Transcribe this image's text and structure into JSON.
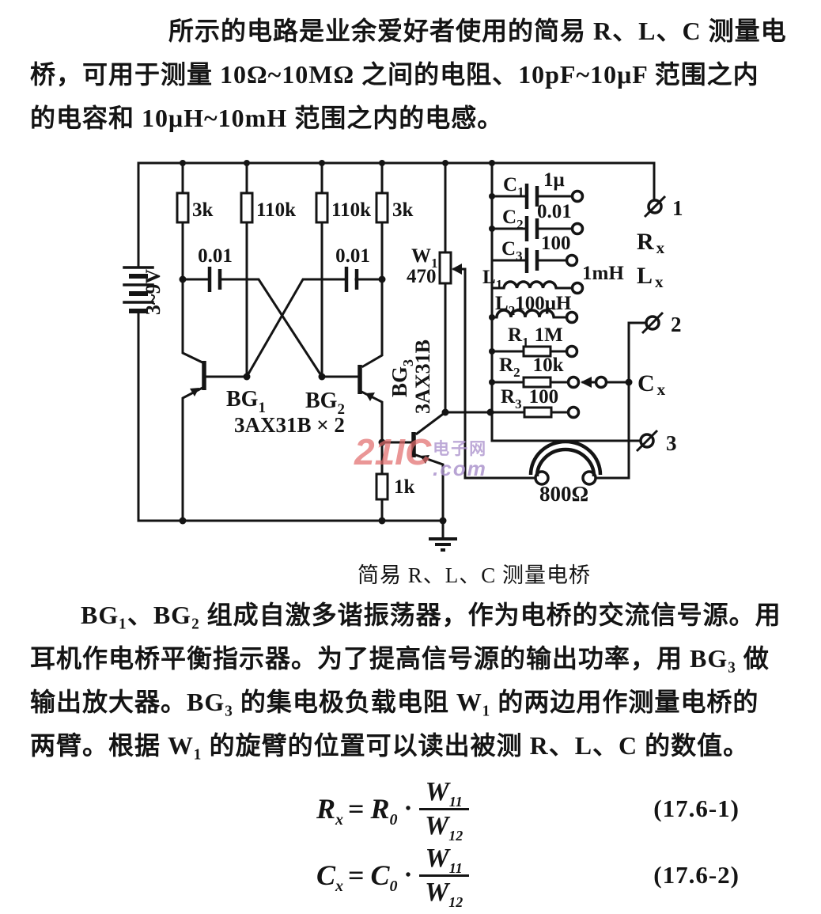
{
  "intro": {
    "lines": [
      "所示的电路是业余爱好者使用的简易 R、L、C 测量电",
      "桥，可用于测量 10Ω~10MΩ 之间的电阻、10pF~10μF 范围之内",
      "的电容和 10μH~10mH 范围之内的电感。"
    ]
  },
  "caption": "简易 R、L、C 测量电桥",
  "body": {
    "lines": [
      "BG₁、BG₂ 组成自激多谐振荡器，作为电桥的交流信号源。用",
      "耳机作电桥平衡指示器。为了提高信号源的输出功率，用 BG₃ 做",
      "输出放大器。BG₃ 的集电极负载电阻 W₁ 的两边用作测量电桥的",
      "两臂。根据 W₁ 的旋臂的位置可以读出被测 R、L、C 的数值。"
    ]
  },
  "watermark": {
    "brand": "21IC",
    "cn": "电子网",
    "suffix": ".com",
    "brand_color": "#e26e6e",
    "cn_color": "#ac94cd"
  },
  "schematic": {
    "battery_label": "3~9V",
    "r_left_outer": "3k",
    "r_left_inner": "110k",
    "r_right_inner": "110k",
    "r_right_outer": "3k",
    "cap_left": "0.01",
    "cap_right": "0.01",
    "pot": {
      "name": "W",
      "sub": "1",
      "value": "470"
    },
    "bg1": {
      "name": "BG",
      "sub": "1"
    },
    "bg2": {
      "name": "BG",
      "sub": "2"
    },
    "pair_type": "3AX31B × 2",
    "bg3": {
      "name": "BG",
      "sub": "3",
      "type": "3AX31B"
    },
    "r_emitter": "1k",
    "bank": [
      {
        "name": "C",
        "sub": "1",
        "value": "1μ"
      },
      {
        "name": "C",
        "sub": "2",
        "value": "0.01"
      },
      {
        "name": "C",
        "sub": "3",
        "value": "100"
      },
      {
        "name": "L",
        "sub": "1",
        "value": "1mH"
      },
      {
        "name": "L",
        "sub": "2",
        "value": "100μH"
      },
      {
        "name": "R",
        "sub": "1",
        "value": "1M"
      },
      {
        "name": "R",
        "sub": "2",
        "value": "10k"
      },
      {
        "name": "R",
        "sub": "3",
        "value": "100"
      }
    ],
    "headphone": "800Ω",
    "terminals": [
      "1",
      "2",
      "3"
    ],
    "probes": {
      "rx": {
        "name": "R",
        "sub": "x"
      },
      "lx": {
        "name": "L",
        "sub": "x"
      },
      "cx": {
        "name": "C",
        "sub": "x"
      }
    }
  },
  "formulas": [
    {
      "lhs": "R",
      "lhs_sub": "x",
      "eq": "=",
      "rhs": "R",
      "rhs_sub": "0",
      "dot": "•",
      "num": "W",
      "num_sub": "11",
      "den": "W",
      "den_sub": "12",
      "number": "(17.6-1)"
    },
    {
      "lhs": "C",
      "lhs_sub": "x",
      "eq": "=",
      "rhs": "C",
      "rhs_sub": "0",
      "dot": "•",
      "num": "W",
      "num_sub": "11",
      "den": "W",
      "den_sub": "12",
      "number": "(17.6-2)"
    }
  ]
}
